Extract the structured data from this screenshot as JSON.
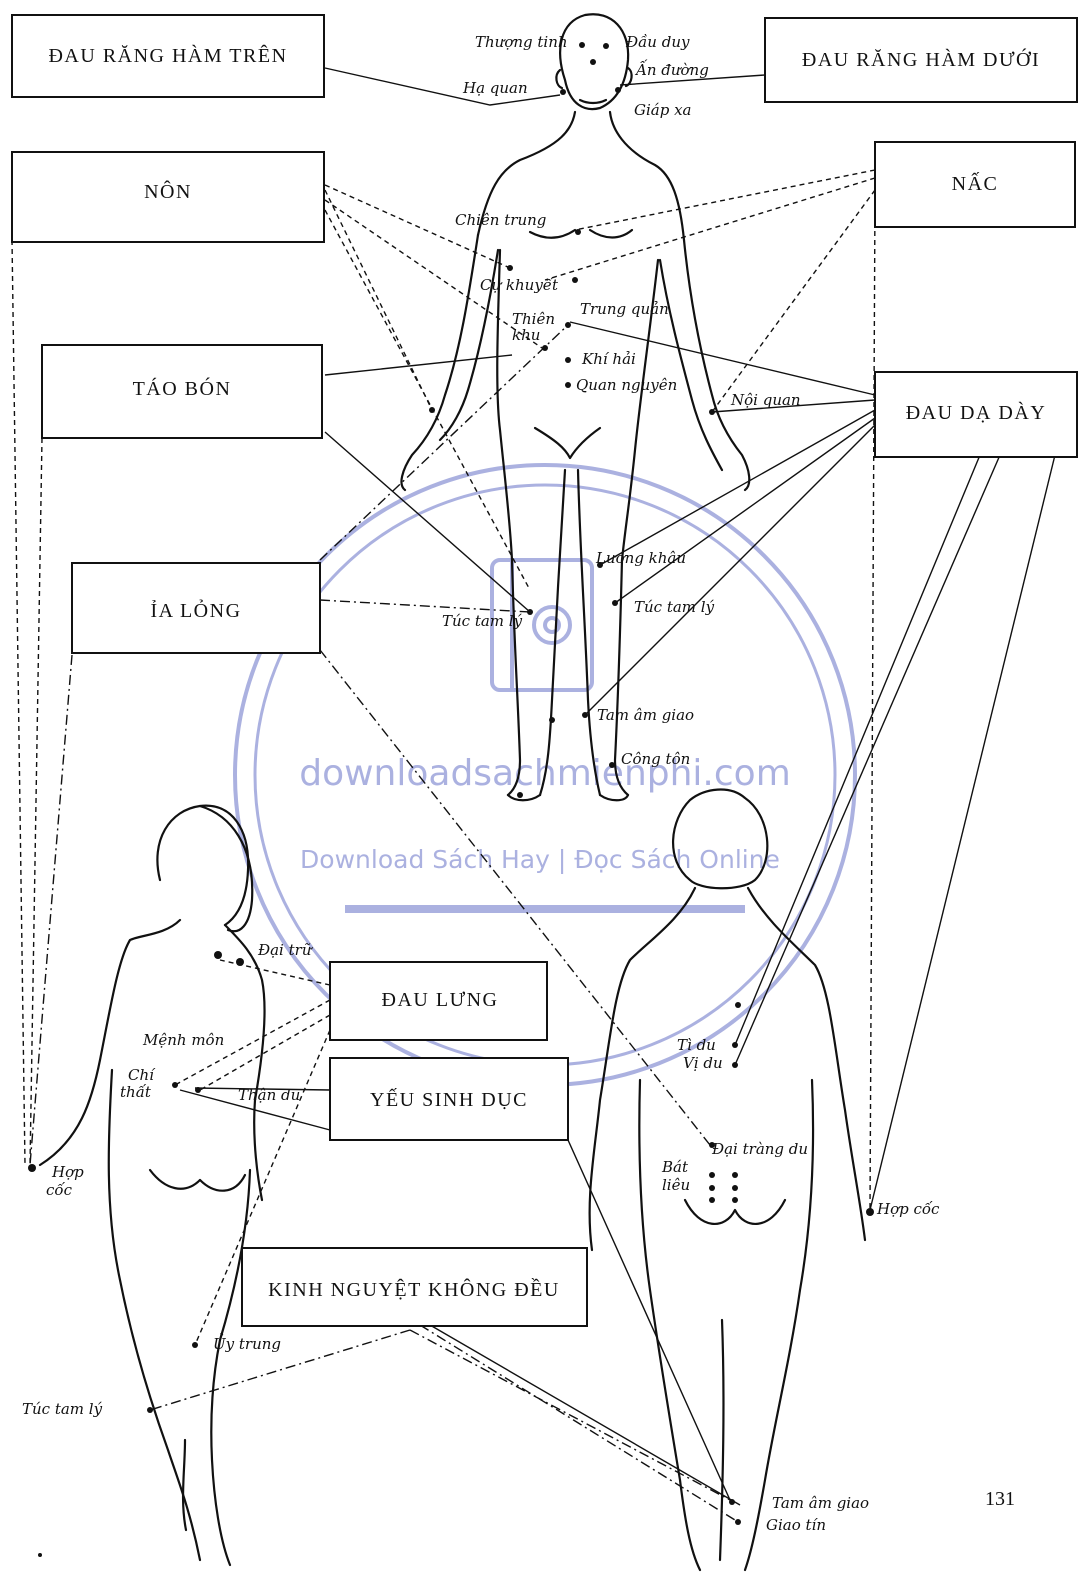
{
  "page_number": "131",
  "boxes": {
    "dau_rang_ham_tren": "ĐAU RĂNG HÀM TRÊN",
    "dau_rang_ham_duoi": "ĐAU RĂNG HÀM DƯỚI",
    "non": "NÔN",
    "nac": "NẤC",
    "tao_bon": "TÁO BÓN",
    "dau_da_day": "ĐAU DẠ DÀY",
    "ia_long": "ỈA LỎNG",
    "dau_lung": "ĐAU LƯNG",
    "yeu_sinh_duc": "YẾU SINH DỤC",
    "kinh_nguyet": "KINH NGUYỆT KHÔNG ĐỀU"
  },
  "points": {
    "thuong_tinh": "Thượng tinh",
    "dau_duy": "Đầu duy",
    "an_duong": "Ấn đường",
    "ha_quan": "Hạ quan",
    "giap_xa": "Giáp xa",
    "chien_trung": "Chiên trung",
    "cu_khuyet": "Cự khuyết",
    "trung_quan": "Trung quản",
    "thien_khu_1": "Thiên",
    "thien_khu_2": "khu",
    "khi_hai": "Khí hải",
    "quan_nguyen": "Quan nguyên",
    "noi_quan": "Nội quan",
    "luong_khau": "Lương khâu",
    "tuc_tam_ly_front_left": "Túc tam lý",
    "tuc_tam_ly_front_right": "Túc tam lý",
    "tam_am_giao_front": "Tam âm giao",
    "cong_ton": "Công tôn",
    "dai_tru": "Đại trữ",
    "menh_mon": "Mệnh môn",
    "chi_that_1": "Chí",
    "chi_that_2": "thất",
    "than_du": "Thận du",
    "hop_coc_left_1": "Hợp",
    "hop_coc_left_2": "cốc",
    "uy_trung": "Ủy trung",
    "tuc_tam_ly_back": "Túc tam lý",
    "ti_du": "Tì du",
    "vi_du": "Vị du",
    "dai_trang_du": "Đại tràng du",
    "bat_lieu_1": "Bát",
    "bat_lieu_2": "liêu",
    "hop_coc_right": "Hợp cốc",
    "tam_am_giao_back": "Tam âm giao",
    "giao_tin": "Giao tín"
  },
  "watermark": {
    "site": "downloadsachmienphi.com",
    "tagline": "Download Sách Hay | Đọc Sách Online",
    "color": "#8f98d6"
  }
}
